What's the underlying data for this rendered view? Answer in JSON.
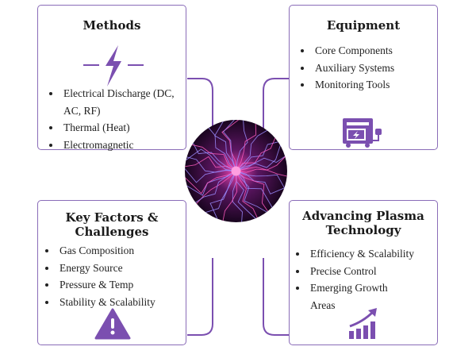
{
  "accent_color": "#7b4fb0",
  "center": {
    "image": "plasma-ball"
  },
  "methods": {
    "title": "Methods",
    "icon": "lightning-bolt-icon",
    "items": [
      "Electrical Discharge (DC, AC, RF)",
      "Thermal (Heat)",
      "Electromagnetic"
    ]
  },
  "equipment": {
    "title": "Equipment",
    "icon": "power-supply-icon",
    "items": [
      "Core Components",
      "Auxiliary Systems",
      "Monitoring Tools"
    ]
  },
  "factors": {
    "title": "Key Factors & Challenges",
    "icon": "warning-icon",
    "items": [
      "Gas Composition",
      "Energy Source",
      "Pressure & Temp",
      "Stability & Scalability"
    ]
  },
  "advancing": {
    "title": "Advancing Plasma Technology",
    "icon": "growth-chart-icon",
    "items": [
      "Efficiency & Scalability",
      "Precise Control",
      "Emerging Growth Areas"
    ]
  }
}
